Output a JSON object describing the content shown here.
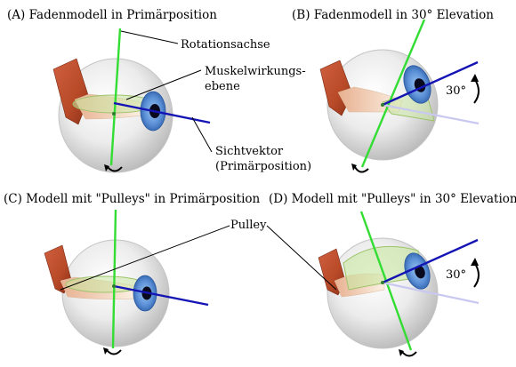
{
  "panels": {
    "a": {
      "title": "(A) Fadenmodell in Primärposition"
    },
    "b": {
      "title": "(B) Fadenmodell in 30° Elevation",
      "angle_label": "30°",
      "elevation_deg": 30
    },
    "c": {
      "title": "(C) Modell mit \"Pulleys\" in Primärposition"
    },
    "d": {
      "title": "(D) Modell mit \"Pulleys\" in 30° Elevation",
      "angle_label": "30°",
      "elevation_deg": 30
    }
  },
  "labels": {
    "rotation_axis": "Rotationsachse",
    "muscle_plane_line1": "Muskelwirkungs-",
    "muscle_plane_line2": "ebene",
    "sight_vector_line1": "Sichtvektor",
    "sight_vector_line2": "(Primärposition)",
    "pulley": "Pulley"
  },
  "colors": {
    "rotation_axis": "#33dd33",
    "sight_vector": "#1414b4",
    "sight_vector_primary": "#c8c8f0",
    "iris": "#5a8fd6",
    "muscle": "#c0502a",
    "muscle_plane": "#c8e6a0",
    "eyeball": "#e4e4e4"
  }
}
